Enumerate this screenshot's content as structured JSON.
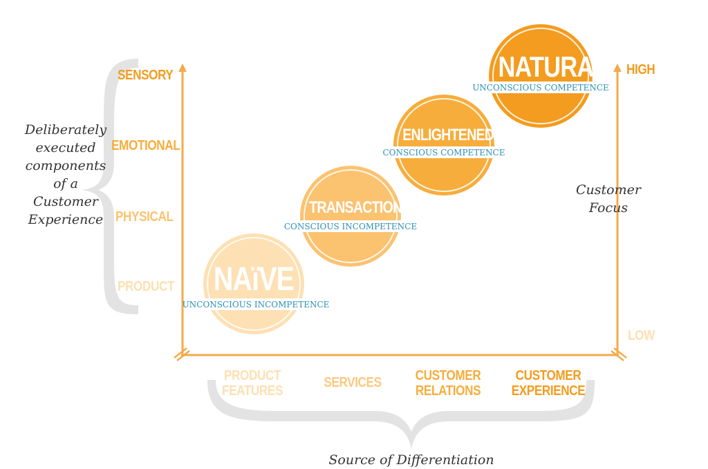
{
  "colors": {
    "orange_dark": "#f39c1f",
    "orange_mid": "#f7ad3c",
    "orange_light": "#fbc97e",
    "orange_pale": "#fde0b3",
    "axis": "#f5a94a",
    "brace": "#e3e3e3",
    "teal": "#2a8fb3",
    "italic_text": "#333333"
  },
  "y_axis_labels": [
    "SENSORY",
    "EMOTIONAL",
    "PHYSICAL",
    "PRODUCT"
  ],
  "right_axis": {
    "high": "HIGH",
    "low": "LOW"
  },
  "x_axis_labels": [
    {
      "line1": "PRODUCT",
      "line2": "FEATURES"
    },
    {
      "line1": "SERVICES",
      "line2": ""
    },
    {
      "line1": "CUSTOMER",
      "line2": "RELATIONS"
    },
    {
      "line1": "CUSTOMER",
      "line2": "EXPERIENCE"
    }
  ],
  "left_caption": [
    "Deliberately",
    "executed",
    "components",
    "of a",
    "Customer",
    "Experience"
  ],
  "right_caption": [
    "Customer",
    "Focus"
  ],
  "bottom_caption": "Source of Differentiation",
  "stages": [
    {
      "title": "NAïVE",
      "subtitle": "UNCONSCIOUS INCOMPETENCE"
    },
    {
      "title": "TRANSACTIONAL",
      "subtitle": "CONSCIOUS INCOMPETENCE"
    },
    {
      "title": "ENLIGHTENED",
      "subtitle": "CONSCIOUS COMPETENCE"
    },
    {
      "title": "NATURAL",
      "subtitle": "UNCONSCIOUS COMPETENCE"
    }
  ]
}
